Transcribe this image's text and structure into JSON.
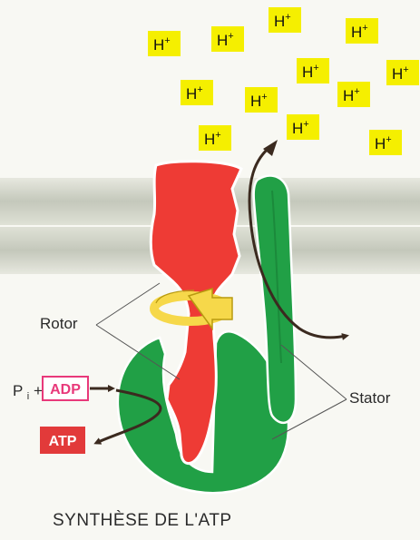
{
  "protons": {
    "base": "H",
    "charge": "+",
    "count": 12,
    "box_color": "#f5ef00"
  },
  "labels": {
    "rotor": "Rotor",
    "stator": "Stator",
    "pi": "P",
    "pi_subscript": "i",
    "plus": " +",
    "adp": "ADP",
    "atp": "ATP"
  },
  "caption": "SYNTHÈSE DE L'ATP",
  "colors": {
    "membrane": "#c8ccbf",
    "rotor": "#ee3b35",
    "stator": "#21a046",
    "rotation_arrow": "#f6d84a",
    "adp_box": "#e8397a",
    "atp_box": "#e23a3a",
    "proton_path": "#3b2a1f"
  },
  "icons": {
    "rotation": "rotation-arrow-icon",
    "proton_flow": "proton-flow-arrow-icon"
  }
}
